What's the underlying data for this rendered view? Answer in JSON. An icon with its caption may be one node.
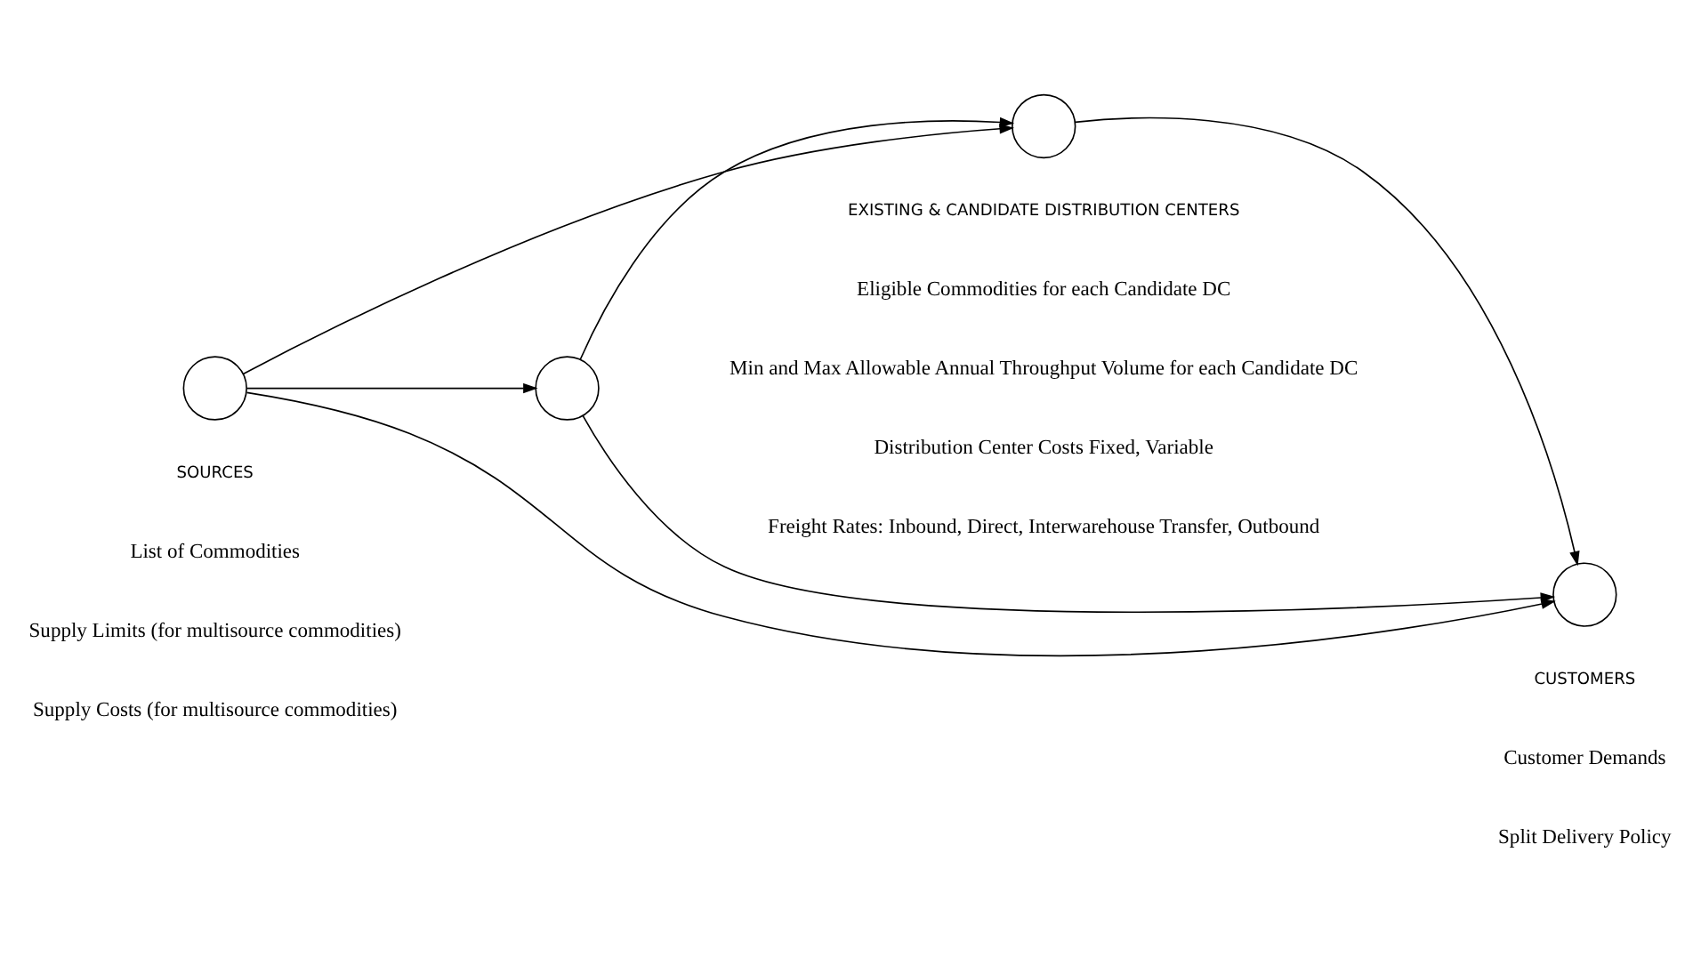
{
  "diagram": {
    "nodes": [
      {
        "text": [],
        "shape": "circle"
      },
      {
        "text": [],
        "shape": "circle"
      },
      {
        "text": [],
        "shape": "circle"
      },
      {
        "text": [],
        "shape": "circle"
      }
    ],
    "edges": [
      {
        "from": 0,
        "to": 3,
        "arrow": "to"
      },
      {
        "from": 0,
        "to": 1,
        "arrow": "to"
      },
      {
        "from": 0,
        "to": 2,
        "arrow": "to"
      },
      {
        "from": 1,
        "to": 3,
        "arrow": "to"
      },
      {
        "from": 1,
        "to": 2,
        "arrow": "to"
      },
      {
        "from": 2,
        "to": 3,
        "arrow": "to"
      }
    ],
    "labels": [
      "SOURCES",
      "EXISTING & CANDIDATE DISTRIBUTION CENTERS",
      "CUSTOMERS",
      "List of Commodities",
      "Eligible Commodities for each Candidate DC",
      "Customer Demands",
      "Supply Limits (for multisource commodities)",
      "Min and Max Allowable Annual Throughput Volume for each Candidate DC",
      "Split Delivery Policy",
      "Supply Costs (for multisource commodities)",
      "Distribution Center Costs Fixed, Variable",
      "Freight Rates: Inbound, Direct, Interwarehouse Transfer, Outbound"
    ]
  }
}
